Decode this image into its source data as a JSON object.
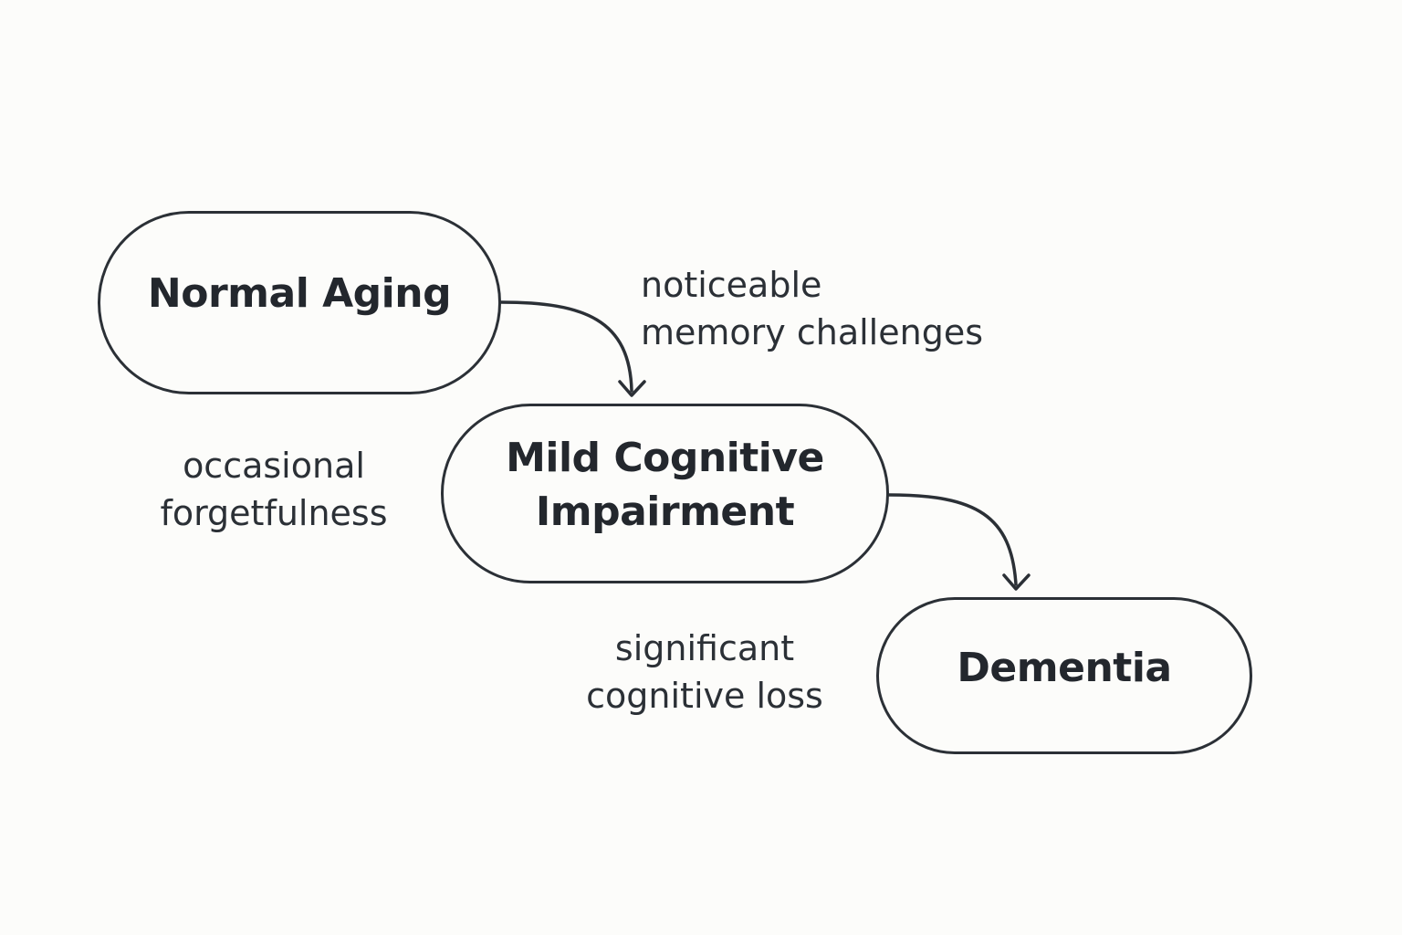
{
  "stages": [
    {
      "label": "Normal Aging"
    },
    {
      "label": "Mild Cognitive Impairment"
    },
    {
      "label": "Dementia"
    }
  ],
  "notes": {
    "occasional_forgetfulness": [
      "occasional",
      "forgetfulness"
    ],
    "memory_challenges": [
      "noticeable",
      "memory challenges"
    ],
    "cognitive_loss": [
      "significant",
      "cognitive loss"
    ]
  },
  "colors": {
    "background": "#fcfcfa",
    "stroke": "#2b3036",
    "text": "#23272d"
  }
}
